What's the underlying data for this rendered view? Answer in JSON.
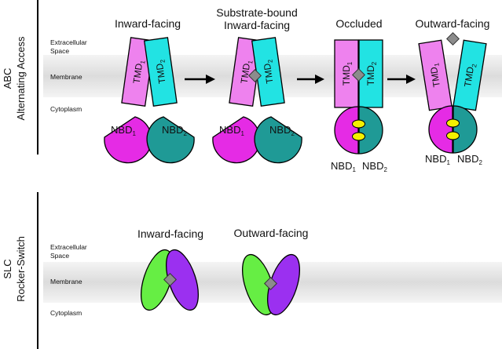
{
  "abc": {
    "side_label_1": "ABC",
    "side_label_2": "Alternating Access",
    "zones": {
      "extracellular_1": "Extracellular",
      "extracellular_2": "Space",
      "membrane": "Membrane",
      "cytoplasm": "Cytoplasm"
    },
    "states": [
      {
        "title_1": "Inward-facing",
        "title_2": ""
      },
      {
        "title_1": "Substrate-bound",
        "title_2": "Inward-facing"
      },
      {
        "title_1": "Occluded",
        "title_2": ""
      },
      {
        "title_1": "Outward-facing",
        "title_2": ""
      }
    ],
    "tmd_base": "TMD",
    "tmd_sub_1": "1",
    "tmd_sub_2": "2",
    "nbd_base": "NBD",
    "nbd_sub_1": "1",
    "nbd_sub_2": "2"
  },
  "slc": {
    "side_label_1": "SLC",
    "side_label_2": "Rocker-Switch",
    "zones": {
      "extracellular_1": "Extracellular",
      "extracellular_2": "Space",
      "membrane": "Membrane",
      "cytoplasm": "Cytoplasm"
    },
    "states": [
      {
        "title": "Inward-facing"
      },
      {
        "title": "Outward-facing"
      }
    ]
  },
  "colors": {
    "tmd1": "#ee82ee",
    "tmd2": "#22e3e3",
    "nbd1": "#e52be5",
    "nbd2": "#1f9a96",
    "atp": "#f4f000",
    "substrate": "#8c8c8c",
    "slc_left": "#66ee44",
    "slc_right": "#9b30f0",
    "membrane": "#e0e0e0"
  }
}
